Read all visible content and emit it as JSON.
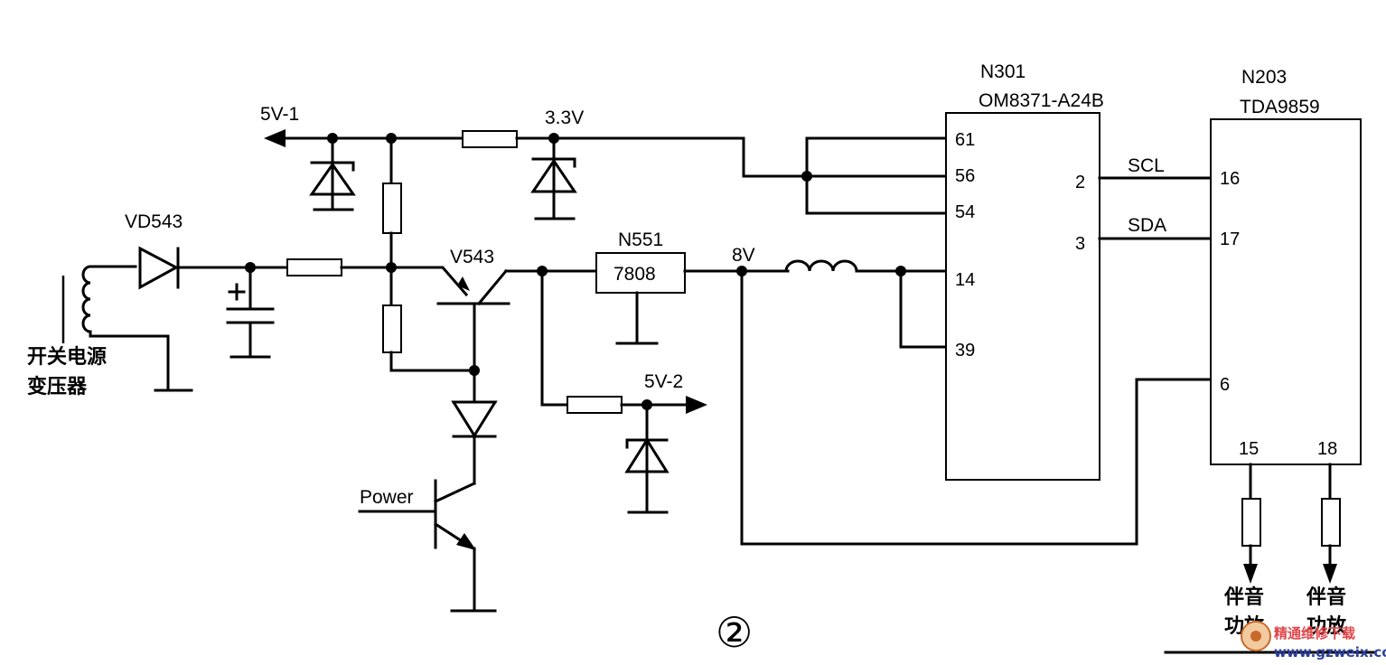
{
  "labels": {
    "vd543": "VD543",
    "v543": "V543",
    "n551": "N551",
    "reg7808": "7808",
    "v8": "8V",
    "v5_1": "5V-1",
    "v3_3": "3.3V",
    "v5_2": "5V-2",
    "power": "Power",
    "transformer_l1": "开关电源",
    "transformer_l2": "变压器",
    "figure_no": "②"
  },
  "n301": {
    "ref": "N301",
    "part": "OM8371-A24B",
    "pins": {
      "p61": "61",
      "p56": "56",
      "p54": "54",
      "p14": "14",
      "p39": "39",
      "p2": "2",
      "p3": "3"
    }
  },
  "n203": {
    "ref": "N203",
    "part": "TDA9859",
    "pins": {
      "p16": "16",
      "p17": "17",
      "p6": "6",
      "p15": "15",
      "p18": "18"
    }
  },
  "bus": {
    "scl": "SCL",
    "sda": "SDA"
  },
  "outputs": {
    "out1_l1": "伴音",
    "out1_l2": "功放",
    "out2_l1": "伴音",
    "out2_l2": "功放"
  },
  "watermark": {
    "cn": "精通维修下载",
    "url": "www.gzweix.com"
  }
}
